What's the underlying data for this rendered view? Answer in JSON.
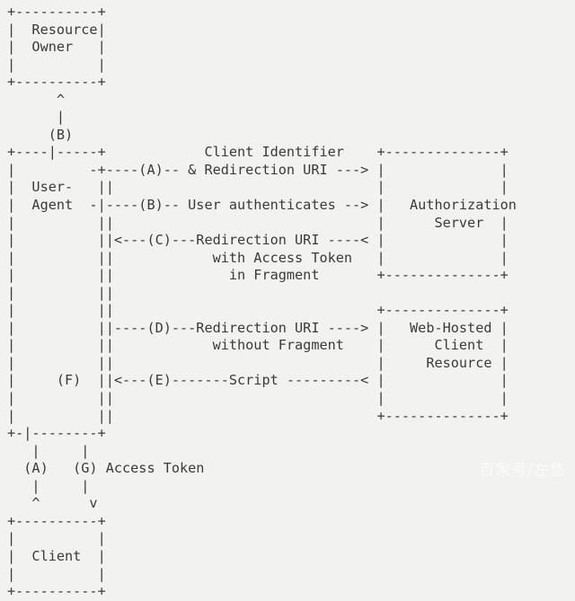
{
  "page": {
    "kind": "ascii-art-diagram",
    "title": "OAuth 2.0 Implicit Grant Flow",
    "background_color": "#f2f2f0",
    "text_color": "#3a3a3a",
    "columns": 65,
    "rows": 28
  },
  "diagram": {
    "boxes": [
      {
        "name": "resource-owner",
        "label": "Resource Owner"
      },
      {
        "name": "user-agent",
        "label": "User-Agent"
      },
      {
        "name": "authorization-server",
        "label": "Authorization Server"
      },
      {
        "name": "web-hosted-client-resource",
        "label": "Web-Hosted Client Resource"
      },
      {
        "name": "client",
        "label": "Client"
      }
    ],
    "steps": [
      {
        "id": "(A)",
        "label": "Client Identifier & Redirection URI"
      },
      {
        "id": "(B)",
        "label": "User authenticates"
      },
      {
        "id": "(C)",
        "label": "Redirection URI with Access Token in Fragment"
      },
      {
        "id": "(D)",
        "label": "Redirection URI without Fragment"
      },
      {
        "id": "(E)",
        "label": "Script"
      },
      {
        "id": "(F)",
        "label": ""
      },
      {
        "id": "(G)",
        "label": "Access Token"
      }
    ],
    "ascii": "+---------+\n|  Resource     |\n|   Owner       |\n|               |\n+---------+\n      ^\n      |\n     (B)\n+----|-----+          Client Identifier     +---------------+\n|          |        -+----(A)-- & Redirection URI --->|               |\n|  User-   |         |                       |               |\n|  Agent   |  -|----(B)-- User authenticates -->|  Authorization  |\n|          |         |                       |      Server     |\n|          |         |<---(C)--- Redirection URI ----<|               |\n|          |         |      with Access Token        |               |\n|          |         |         in Fragment    +---------------+\n|          |         |\n|          |         |                       +---------------+\n|          |         |----(D)--- Redirection URI ---->|  Web-Hosted   |\n|          |         |      without Fragment  |     Client    |\n|          |         |                        |    Resource   |\n|    (F)   |         |<---(E)------- Script ---------<|               |\n|          |         |                       +---------------+\n+-|--------+\n  |        |\n (A)      (G) Access Token\n  |        |\n  ^        v\n+---------+\n|         |\n|  Client |\n|         |\n+---------+",
    "lines": [
      "+---------+",
      "|  Resource     |",
      "|   Owner       |",
      "|               |",
      "+---------+",
      "      ^",
      "      |",
      "     (B)",
      "+----|-----+",
      "|  User-   |",
      "|  Agent   |",
      "|    (F)   |",
      "+-|--------+",
      " (A)      (G) Access Token",
      "+---------+",
      "|  Client |",
      "+---------+"
    ],
    "labels": {
      "client_identifier": "Client Identifier",
      "redirection_uri_amp": "& Redirection URI",
      "user_authenticates": "User authenticates",
      "redirection_uri": "Redirection URI",
      "with_access_token": "with Access Token",
      "in_fragment": "in Fragment",
      "without_fragment": "without Fragment",
      "script": "Script",
      "access_token": "Access Token",
      "resource": "Resource",
      "owner": "Owner",
      "user_dash": "User-",
      "agent": "Agent",
      "authorization": "Authorization",
      "server": "Server",
      "web_hosted": "Web-Hosted",
      "client": "Client",
      "resource_word": "Resource",
      "step_a": "(A)",
      "step_b": "(B)",
      "step_c": "(C)",
      "step_d": "(D)",
      "step_e": "(E)",
      "step_f": "(F)",
      "step_g": "(G)"
    }
  },
  "watermark": {
    "text": "百家号/左悠"
  }
}
